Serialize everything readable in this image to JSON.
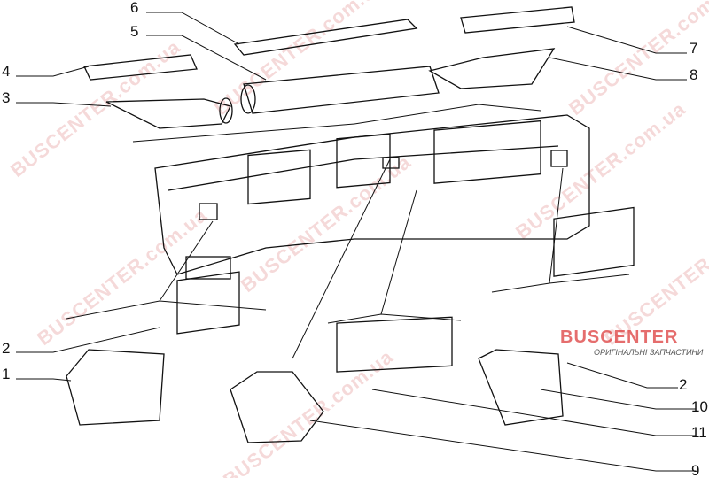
{
  "callouts": [
    {
      "id": "c6",
      "label": "6"
    },
    {
      "id": "c5",
      "label": "5"
    },
    {
      "id": "c4",
      "label": "4"
    },
    {
      "id": "c3",
      "label": "3"
    },
    {
      "id": "c7",
      "label": "7"
    },
    {
      "id": "c8",
      "label": "8"
    },
    {
      "id": "c2a",
      "label": "2"
    },
    {
      "id": "c1",
      "label": "1"
    },
    {
      "id": "c2b",
      "label": "2"
    },
    {
      "id": "c10",
      "label": "10"
    },
    {
      "id": "c11",
      "label": "11"
    },
    {
      "id": "c9",
      "label": "9"
    }
  ],
  "watermark": {
    "text": "BUSCENTER.com.ua"
  },
  "logo": {
    "title": "BUSCENTER",
    "subtitle": "ОРИГІНАЛЬНІ ЗАПЧАСТИНИ",
    "color": "#dc3c3c"
  }
}
